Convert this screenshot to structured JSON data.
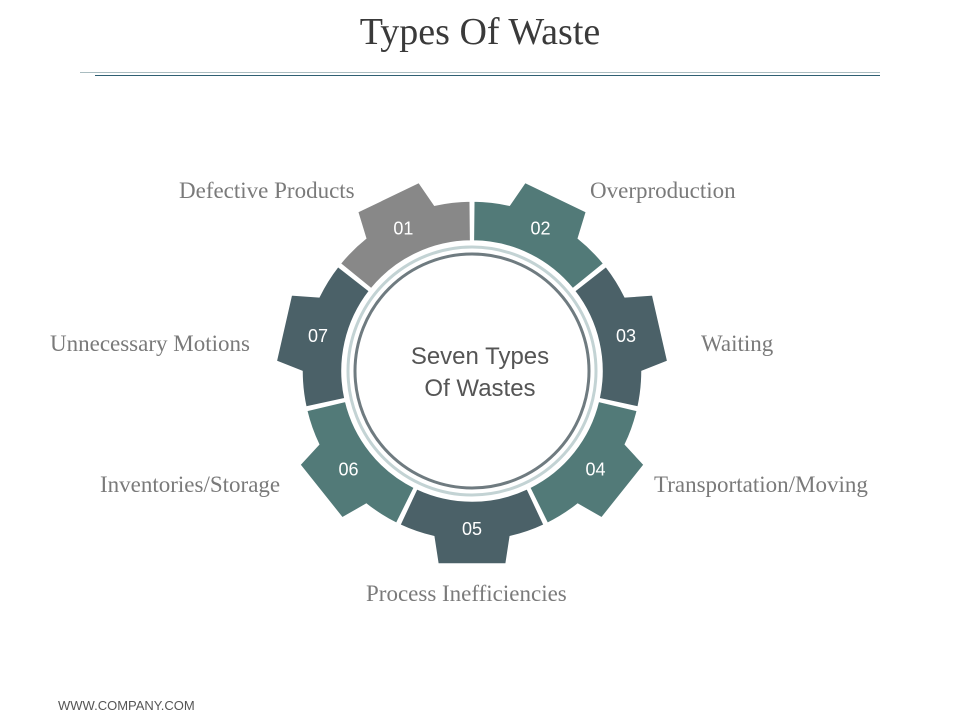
{
  "title": "Types Of Waste",
  "center": {
    "line1": "Seven Types",
    "line2": "Of Wastes"
  },
  "segments": [
    {
      "number": "01",
      "label": "Defective Products",
      "color": "#888888"
    },
    {
      "number": "02",
      "label": "Overproduction",
      "color": "#527a78"
    },
    {
      "number": "03",
      "label": "Waiting",
      "color": "#4b6168"
    },
    {
      "number": "04",
      "label": "Transportation/Moving",
      "color": "#527a78"
    },
    {
      "number": "05",
      "label": "Process Inefficiencies",
      "color": "#4b6168"
    },
    {
      "number": "06",
      "label": "Inventories/Storage",
      "color": "#527a78"
    },
    {
      "number": "07",
      "label": "Unnecessary Motions",
      "color": "#4b6168"
    }
  ],
  "footer": "WWW.COMPANY.COM"
}
